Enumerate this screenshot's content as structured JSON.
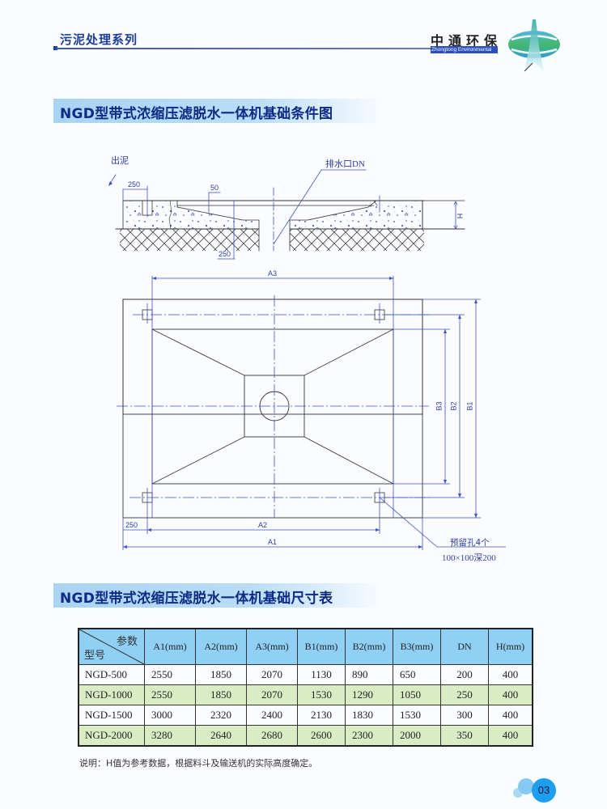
{
  "header": {
    "series": "污泥处理系列",
    "brand_cn": "中通环保",
    "brand_en": "Zhongtong Environmental",
    "logo_icon": "zhongtong-logo-icon"
  },
  "section1": {
    "title": "NGD型带式浓缩压滤脱水一体机基础条件图"
  },
  "section_drawing": {
    "labels": {
      "sludge_out": "出泥",
      "drain": "排水口DN",
      "dim_250_top": "250",
      "dim_50": "50",
      "dim_250_bottom": "250",
      "dim_h": "H",
      "dim_a3": "A3",
      "dim_a2": "A2",
      "dim_a1": "A1",
      "dim_250_plan": "250",
      "dim_b1": "B1",
      "dim_b2": "B2",
      "dim_b3": "B3",
      "hole_note_1": "预留孔4个",
      "hole_note_2": "100×100深200"
    },
    "colors": {
      "dimension": "#3a4fc0",
      "outline": "#333333"
    }
  },
  "section2": {
    "title": "NGD型带式浓缩压滤脱水一体机基础尺寸表"
  },
  "table": {
    "corner_top": "参数",
    "corner_bottom": "型号",
    "headers": [
      "A1(mm)",
      "A2(mm)",
      "A3(mm)",
      "B1(mm)",
      "B2(mm)",
      "B3(mm)",
      "DN",
      "H(mm)"
    ],
    "rows": [
      {
        "model": "NGD-500",
        "values": [
          "2550",
          "1850",
          "2070",
          "1130",
          "890",
          "650",
          "200",
          "400"
        ]
      },
      {
        "model": "NGD-1000",
        "values": [
          "2550",
          "1850",
          "2070",
          "1530",
          "1290",
          "1050",
          "250",
          "400"
        ]
      },
      {
        "model": "NGD-1500",
        "values": [
          "3000",
          "2320",
          "2400",
          "2130",
          "1830",
          "1530",
          "300",
          "400"
        ]
      },
      {
        "model": "NGD-2000",
        "values": [
          "3280",
          "2640",
          "2680",
          "2600",
          "2300",
          "2000",
          "350",
          "400"
        ]
      }
    ],
    "colors": {
      "header_bg": "#8fd0f4",
      "row_odd_bg": "#fbfcff",
      "row_even_bg": "#d9ecc4"
    }
  },
  "footnote": "说明：H值为参考数据，根据料斗及输送机的实际高度确定。",
  "page": {
    "number": "03",
    "color": "#1e9ef0"
  }
}
